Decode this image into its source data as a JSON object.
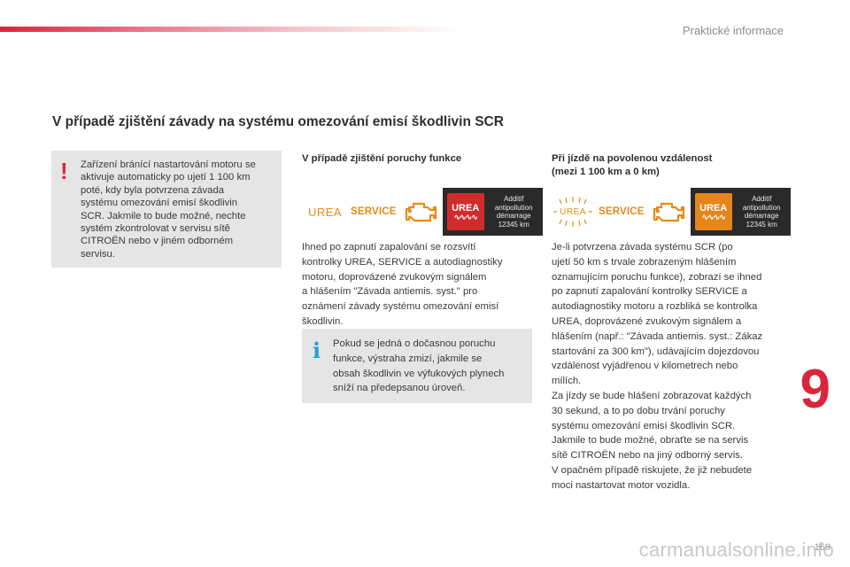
{
  "header": {
    "title": "Praktické informace"
  },
  "section_title": "V případě zjištění závady na systému omezování emisí škodlivin SCR",
  "warning": {
    "lines": [
      "Zařízení bránící nastartování motoru se",
      "aktivuje automaticky po ujetí 1 100 km",
      "poté, kdy byla potvrzena závada",
      "systému omezování emisí škodlivin",
      "SCR. Jakmile to bude možné, nechte",
      "systém zkontrolovat v servisu sítě",
      "CITROËN nebo v jiném odborném",
      "servisu."
    ]
  },
  "middle": {
    "heading": "V případě zjištění poruchy funkce",
    "icons": {
      "urea": "UREA",
      "service": "SERVICE",
      "dash_urea": "UREA",
      "dash_message": [
        "Additif",
        "antipollution",
        "démarrage",
        "12345 km"
      ]
    },
    "body_lines": [
      "Ihned po zapnutí zapalování se rozsvítí",
      "kontrolky UREA, SERVICE a autodiagnostiky",
      "motoru, doprovázené zvukovým signálem",
      "a hlášením \"Závada antiemis. syst.\" pro",
      "oznámení závady systému omezování emisí",
      "škodlivin."
    ],
    "info_lines": [
      "Pokud se jedná o dočasnou poruchu",
      "funkce, výstraha zmizí, jakmile se",
      "obsah škodlivin ve výfukových plynech",
      "sníží na předepsanou úroveň."
    ]
  },
  "right": {
    "heading_lines": [
      "Při jízdě na povolenou vzdálenost",
      "(mezi 1 100 km a 0 km)"
    ],
    "icons": {
      "urea": "UREA",
      "service": "SERVICE",
      "dash_urea": "UREA",
      "dash_message": [
        "Additif",
        "antipollution",
        "démarrage",
        "12345 km"
      ]
    },
    "body_lines": [
      "Je-li potvrzena závada systému SCR (po",
      "ujetí 50 km s trvale zobrazeným hlášením",
      "oznamujícím poruchu funkce), zobrazí se ihned",
      "po zapnutí zapalování kontrolky SERVICE a",
      "autodiagnostiky motoru a rozbliká se kontrolka",
      "UREA, doprovázené zvukovým signálem a",
      "hlášením (např.: \"Závada antiemis. syst.: Zákaz",
      "startování za 300 km\"), udávajícím dojezdovou",
      "vzdálenost vyjádřenou v kilometrech nebo",
      "mílích.",
      "Za jízdy se bude hlášení zobrazovat každých",
      "30 sekund, a to po dobu trvání poruchy",
      "systému omezování emisí škodlivin SCR.",
      "Jakmile to bude možné, obraťte se na servis",
      "sítě CITROËN nebo na jiný odborný servis.",
      "V opačném případě riskujete, že již nebudete",
      "moci nastartovat motor vozidla."
    ]
  },
  "chapter_number": "9",
  "page_number": "169",
  "watermark": "carmanualsonline.info",
  "colors": {
    "accent_red": "#d9263a",
    "urea_orange": "#e98a18",
    "info_blue": "#2a9fd8",
    "box_gray": "#e5e5e5"
  }
}
